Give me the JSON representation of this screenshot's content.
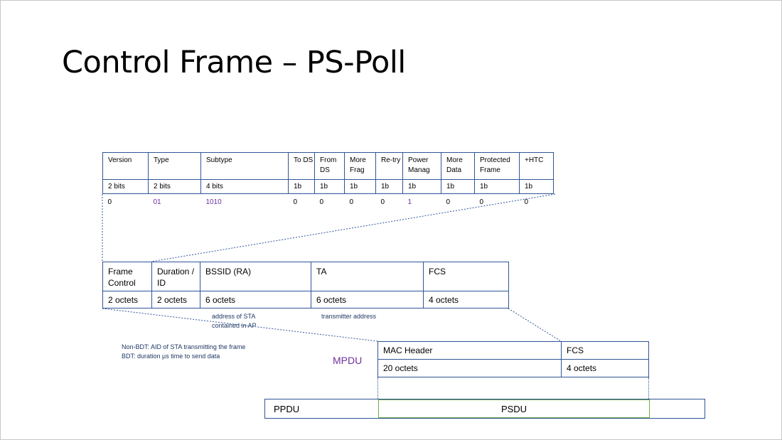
{
  "title": "Control Frame – PS-Poll",
  "frame_control": {
    "headers": [
      "Version",
      "Type",
      "Subtype",
      "To DS",
      "From DS",
      "More Frag",
      "Re-try",
      "Power Manag",
      "More Data",
      "Protected Frame",
      "+HTC"
    ],
    "bits": [
      "2 bits",
      "2 bits",
      "4 bits",
      "1b",
      "1b",
      "1b",
      "1b",
      "1b",
      "1b",
      "1b",
      "1b"
    ],
    "values": [
      "0",
      "01",
      "1010",
      "0",
      "0",
      "0",
      "0",
      "1",
      "0",
      "0",
      "0"
    ]
  },
  "mac_frame": {
    "headers": [
      "Frame Control",
      "Duration / ID",
      "BSSID (RA)",
      "TA",
      "FCS"
    ],
    "sizes": [
      "2 octets",
      "2 octets",
      "6 octets",
      "6 octets",
      "4 octets"
    ]
  },
  "annotations": {
    "bssid_note": "address of STA contained in AP",
    "ta_note": "transmitter address",
    "duration_note_1": "Non-BDT: AID of STA transmitting the frame",
    "duration_note_2": "BDT: duration µs time to send data"
  },
  "mpdu": {
    "label": "MPDU",
    "headers": [
      "MAC Header",
      "FCS"
    ],
    "sizes": [
      "20 octets",
      "4 octets"
    ]
  },
  "ppdu": {
    "label": "PPDU",
    "psdu_label": "PSDU"
  },
  "colors": {
    "border": "#2f5597",
    "highlight": "#7030a0",
    "annotation": "#1f3864",
    "psdu_border": "#70ad47"
  }
}
